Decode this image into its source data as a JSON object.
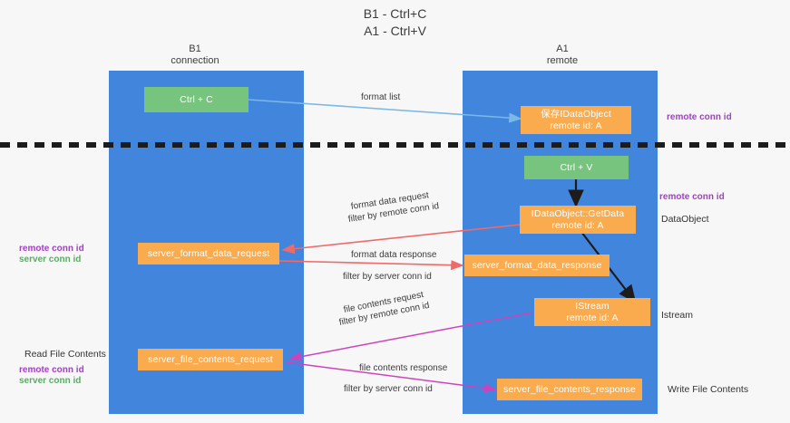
{
  "title": {
    "line1": "B1 - Ctrl+C",
    "line2": "A1 - Ctrl+V"
  },
  "columns": [
    {
      "name": "B1",
      "sub": "connection"
    },
    {
      "name": "A1",
      "sub": "remote"
    }
  ],
  "colors": {
    "lane": "#4285dd",
    "green_box": "#76c47d",
    "orange_box": "#f9ab4e",
    "purple_text": "#a23fc6",
    "green_text": "#5fa869",
    "pink_text": "#b455d0",
    "blue_arrow": "#7ab8e8",
    "red_arrow": "#ef6b6b",
    "black_arrow": "#1c1c1c",
    "magenta_arrow": "#cc44bb"
  },
  "boxes": {
    "ctrl_c": {
      "line1": "Ctrl + C"
    },
    "save_idataobject": {
      "line1": "保存IDataObject",
      "line2": "remote id: A"
    },
    "ctrl_v": {
      "line1": "Ctrl + V"
    },
    "getdata": {
      "line1": "IDataObject::GetData",
      "line2": "remote id: A"
    },
    "server_format_data_request": {
      "line1": "server_format_data_request"
    },
    "server_format_data_response": {
      "line1": "server_format_data_response"
    },
    "istream": {
      "line1": "IStream",
      "line2": "remote id: A"
    },
    "server_file_contents_request": {
      "line1": "server_file_contents_request"
    },
    "server_file_contents_response": {
      "line1": "server_file_contents_response"
    }
  },
  "arrow_labels": {
    "format_list": "format list",
    "format_data_request": "format data request",
    "format_data_request_filter_prefix": "filter by ",
    "format_data_request_filter_key": "remote conn id",
    "format_data_response": "format data response",
    "format_data_response_filter_prefix": "filter by ",
    "format_data_response_filter_key": "server conn id",
    "file_contents_request": "file contents request",
    "file_contents_request_filter_prefix": "filter by ",
    "file_contents_request_filter_key": "remote conn id",
    "file_contents_response": "file contents response",
    "file_contents_response_filter_prefix": "filter by ",
    "file_contents_response_filter_key": "server conn id"
  },
  "side_labels": {
    "left_mid_remote": "remote conn id",
    "left_mid_server": "server conn id",
    "left_read_file_contents": "Read File Contents",
    "left_bottom_remote": "remote conn id",
    "left_bottom_server": "server conn id",
    "right_top_remote": "remote conn id",
    "right_mid_remote": "remote conn id",
    "right_dataobject": "DataObject",
    "right_istream": "Istream",
    "right_write_file_contents": "Write File Contents"
  }
}
